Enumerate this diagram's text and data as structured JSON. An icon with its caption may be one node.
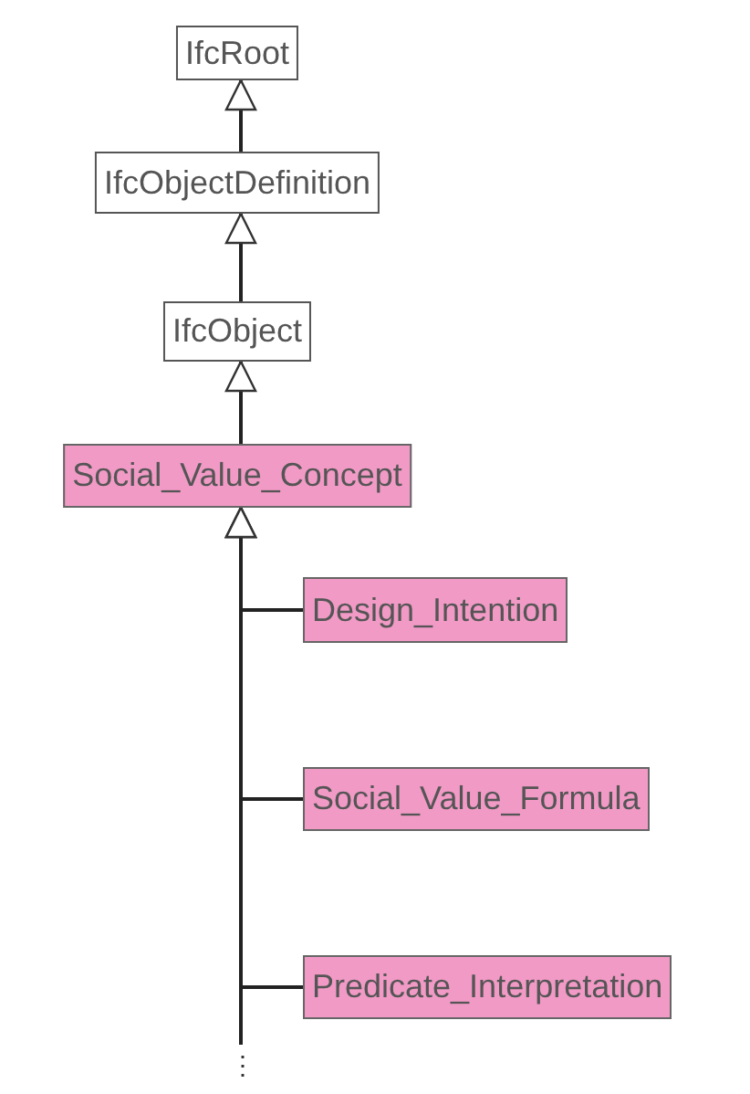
{
  "diagram": {
    "nodes": [
      {
        "text": [
          "IfcRoot"
        ]
      },
      {
        "text": [
          "IfcObjectDefinition"
        ]
      },
      {
        "text": [
          "IfcObject"
        ]
      },
      {
        "text": [
          "Social_Value_Concept"
        ]
      },
      {
        "text": [
          "Design_Intention"
        ]
      },
      {
        "text": [
          "Social_Value_Formula"
        ]
      },
      {
        "text": [
          "Predicate_Interpretation"
        ]
      }
    ],
    "edges": [
      {
        "from": 1,
        "to": 0,
        "arrow": "to"
      },
      {
        "from": 2,
        "to": 1,
        "arrow": "to"
      },
      {
        "from": 3,
        "to": 2,
        "arrow": "to"
      },
      {
        "from": 4,
        "to": 3,
        "arrow": "to"
      },
      {
        "from": 5,
        "to": 3,
        "arrow": "to"
      },
      {
        "from": 6,
        "to": 3,
        "arrow": "to"
      }
    ],
    "labels": [
      "⋮"
    ]
  }
}
